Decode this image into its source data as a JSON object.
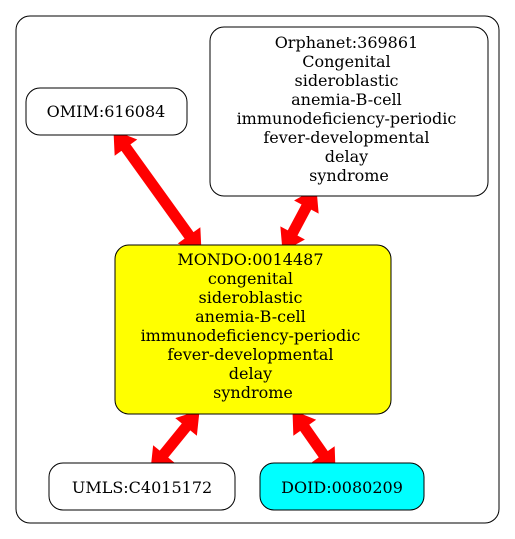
{
  "colors": {
    "edge": "#ff0000",
    "center_fill": "#ffff00",
    "doid_fill": "#00ffff",
    "default_fill": "#ffffff",
    "stroke": "#000000"
  },
  "nodes": {
    "orphanet": {
      "lines": [
        "Orphanet:369861",
        "Congenital",
        "sideroblastic",
        "anemia-B-cell",
        "immunodeficiency-periodic",
        "fever-developmental",
        "delay",
        "syndrome"
      ]
    },
    "omim": {
      "lines": [
        "OMIM:616084"
      ]
    },
    "mondo": {
      "lines": [
        "MONDO:0014487",
        "congenital",
        "sideroblastic",
        "anemia-B-cell",
        "immunodeficiency-periodic",
        "fever-developmental",
        "delay",
        "syndrome"
      ]
    },
    "umls": {
      "lines": [
        "UMLS:C4015172"
      ]
    },
    "doid": {
      "lines": [
        "DOID:0080209"
      ]
    }
  },
  "edges": [
    {
      "from": "omim",
      "to": "mondo"
    },
    {
      "from": "orphanet",
      "to": "mondo"
    },
    {
      "from": "mondo",
      "to": "umls"
    },
    {
      "from": "mondo",
      "to": "doid"
    }
  ]
}
